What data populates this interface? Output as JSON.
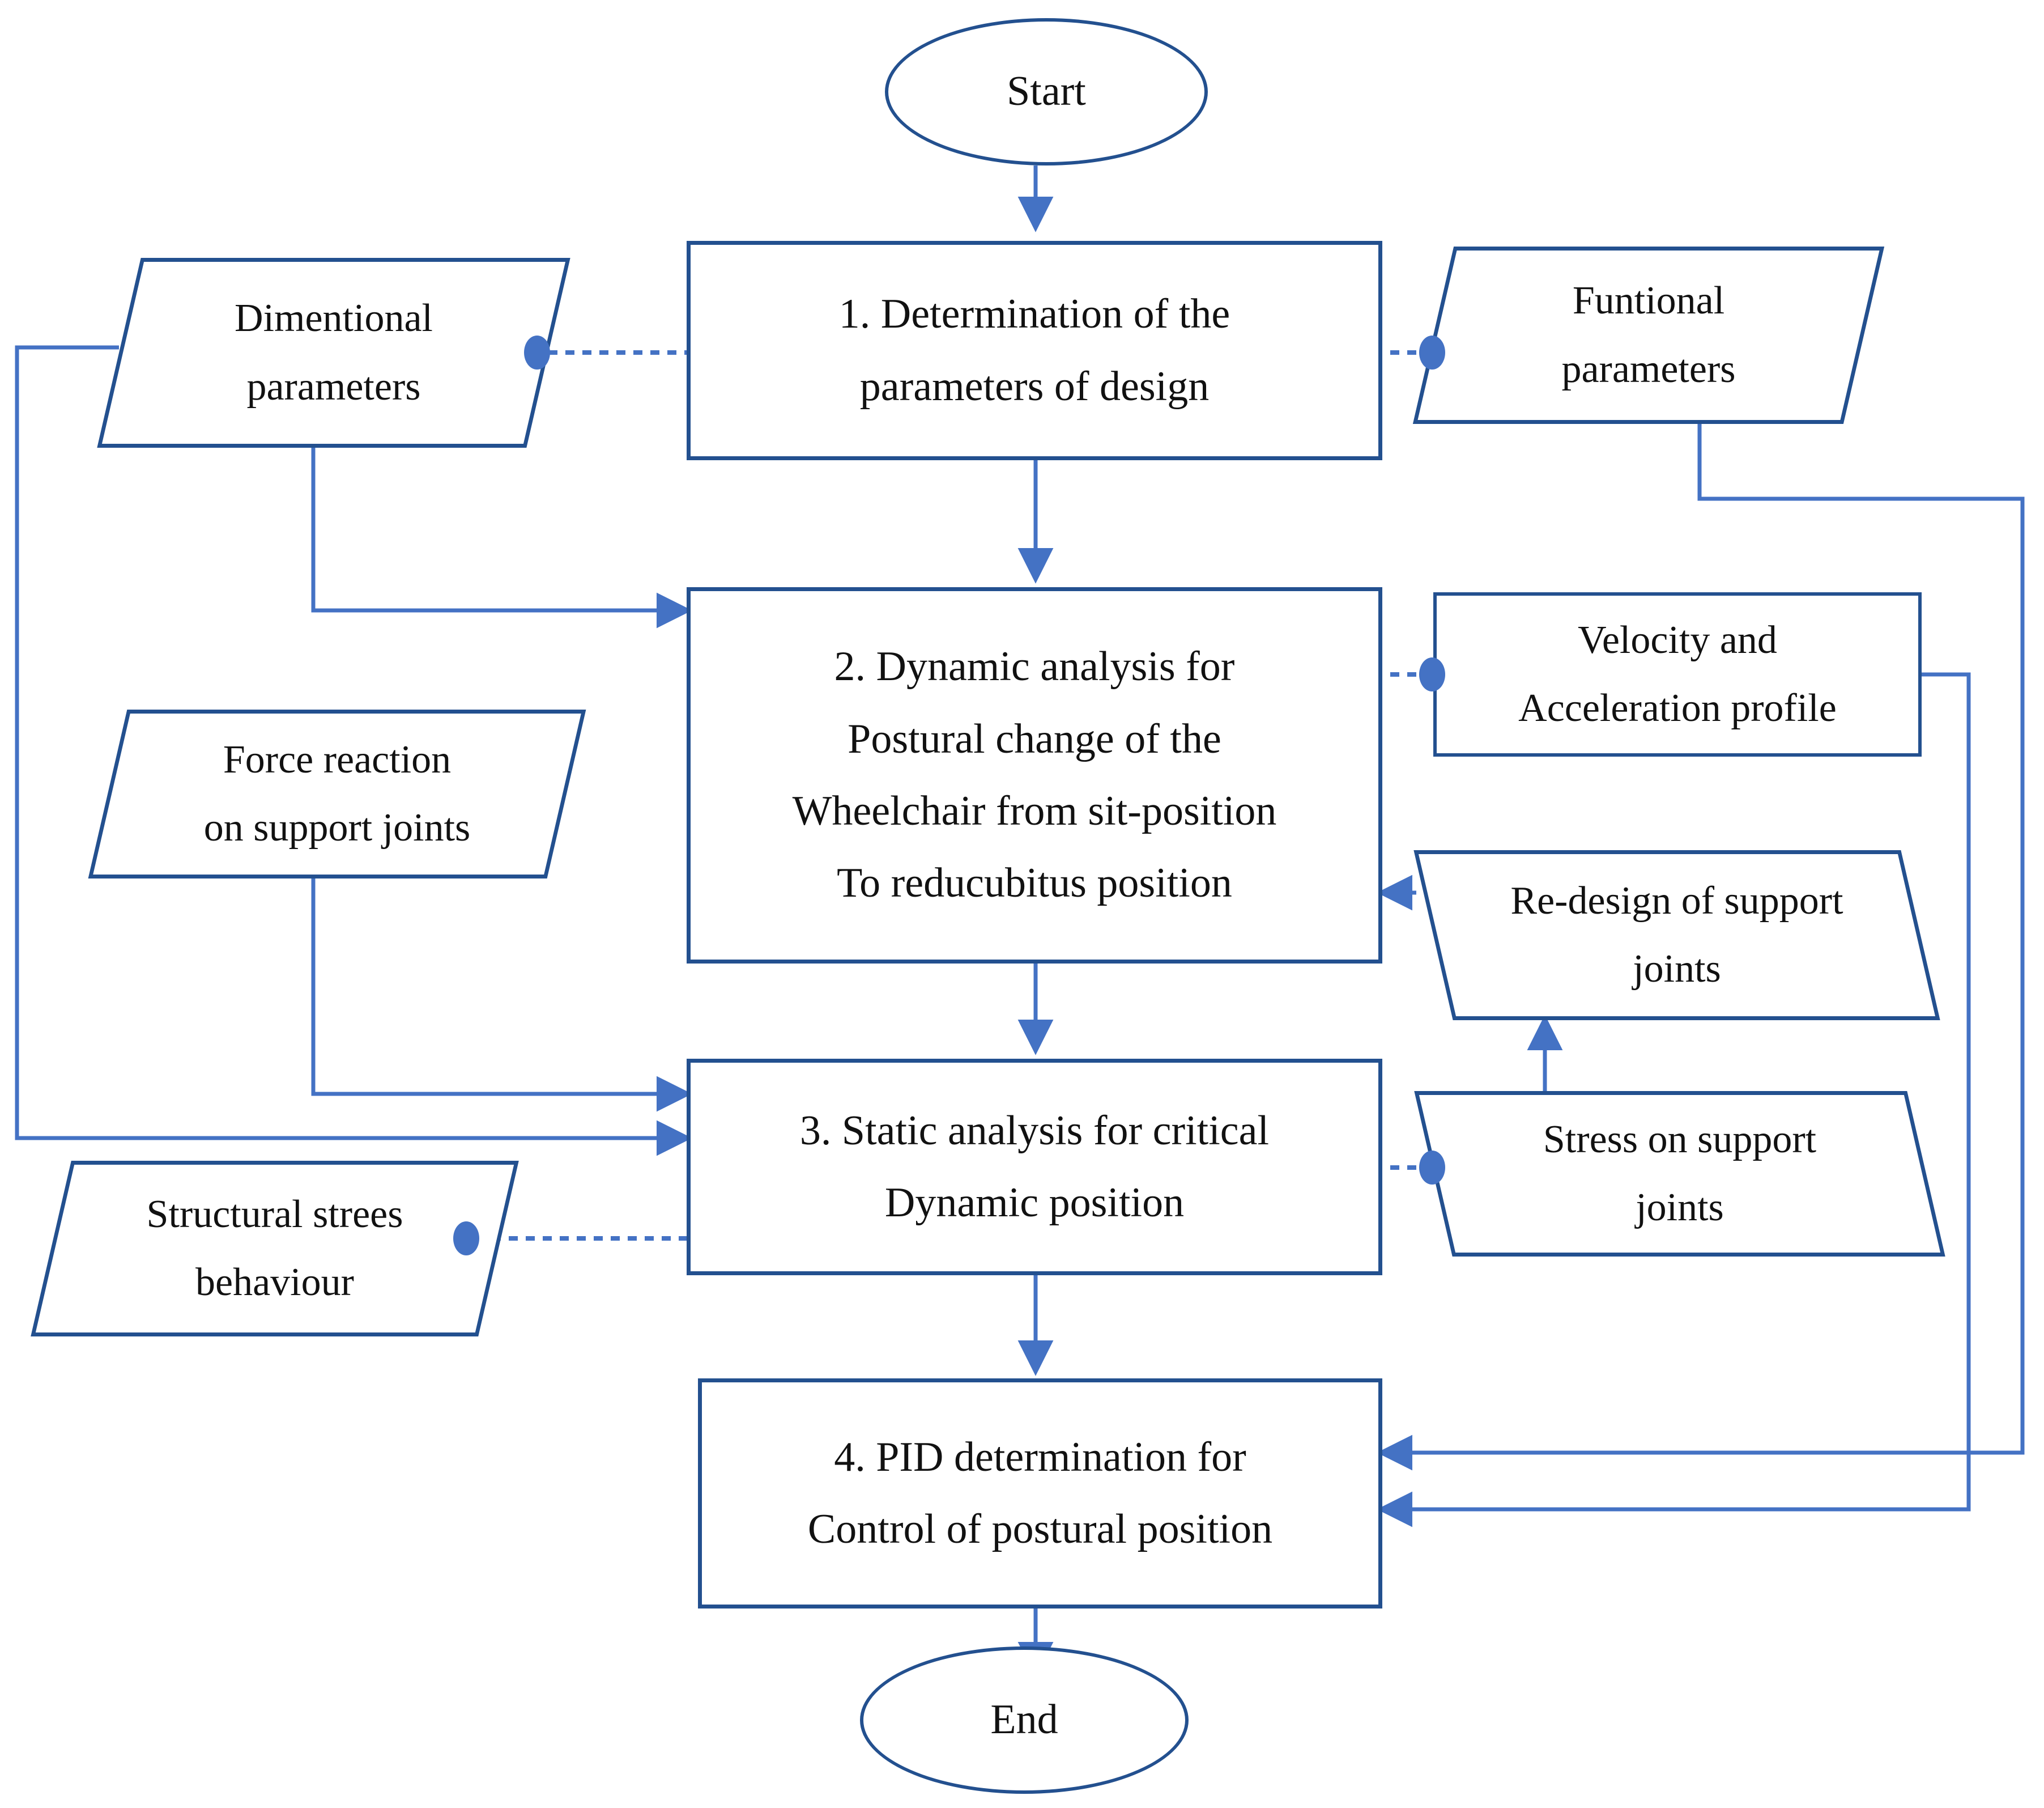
{
  "diagram": {
    "title": "Design methodology flowchart",
    "colors": {
      "node_border": "#23508F",
      "connector": "#4472C4",
      "text": "#111111",
      "background": "#FFFFFF"
    }
  },
  "nodes": {
    "start": {
      "label": "Start",
      "shape": "ellipse"
    },
    "end": {
      "label": "End",
      "shape": "ellipse"
    },
    "step1": {
      "line1": "1. Determination of the",
      "line2": "parameters of design",
      "shape": "process"
    },
    "step2": {
      "line1": "2. Dynamic analysis for",
      "line2": "Postural change of the",
      "line3": "Wheelchair from sit-position",
      "line4": "To reducubitus position",
      "shape": "process"
    },
    "step3": {
      "line1": "3. Static analysis for critical",
      "line2": "Dynamic position",
      "shape": "process"
    },
    "step4": {
      "line1": "4. PID determination for",
      "line2": "Control of postural position",
      "shape": "process"
    },
    "dimensional_parameters": {
      "line1": "Dimentional",
      "line2": "parameters",
      "shape": "parallelogram"
    },
    "functional_parameters": {
      "line1": "Funtional",
      "line2": "parameters",
      "shape": "parallelogram"
    },
    "force_reaction": {
      "line1": "Force reaction",
      "line2": "on support joints",
      "shape": "parallelogram"
    },
    "structural_stress": {
      "line1": "Structural strees",
      "line2": "behaviour",
      "shape": "parallelogram"
    },
    "velocity_acceleration": {
      "line1": "Velocity and",
      "line2": "Acceleration profile",
      "shape": "process"
    },
    "redesign_support_joints": {
      "line1": "Re-design of support",
      "line2": "joints",
      "shape": "parallelogram"
    },
    "stress_support_joints": {
      "line1": "Stress on support",
      "line2": "joints",
      "shape": "parallelogram"
    }
  },
  "connectors": [
    {
      "from": "start",
      "to": "step1",
      "style": "solid-arrow"
    },
    {
      "from": "step1",
      "to": "step2",
      "style": "solid-arrow"
    },
    {
      "from": "step2",
      "to": "step3",
      "style": "solid-arrow"
    },
    {
      "from": "step3",
      "to": "step4",
      "style": "solid-arrow"
    },
    {
      "from": "step4",
      "to": "end",
      "style": "solid-arrow"
    },
    {
      "from": "dimensional_parameters",
      "to": "step1",
      "style": "dotted"
    },
    {
      "from": "functional_parameters",
      "to": "step1",
      "style": "dotted"
    },
    {
      "from": "velocity_acceleration",
      "to": "step2",
      "style": "dotted"
    },
    {
      "from": "stress_support_joints",
      "to": "step3",
      "style": "dotted"
    },
    {
      "from": "structural_stress",
      "to": "step3",
      "style": "dotted"
    },
    {
      "from": "dimensional_parameters",
      "to": "step2",
      "style": "solid-arrow"
    },
    {
      "from": "dimensional_parameters",
      "to": "step3",
      "style": "solid-arrow"
    },
    {
      "from": "force_reaction",
      "to": "step3",
      "style": "solid-arrow"
    },
    {
      "from": "redesign_support_joints",
      "to": "step2",
      "style": "solid-arrow"
    },
    {
      "from": "stress_support_joints",
      "to": "redesign_support_joints",
      "style": "solid-arrow"
    },
    {
      "from": "functional_parameters",
      "to": "step4",
      "style": "solid-arrow"
    },
    {
      "from": "velocity_acceleration",
      "to": "step4",
      "style": "solid-arrow"
    }
  ]
}
